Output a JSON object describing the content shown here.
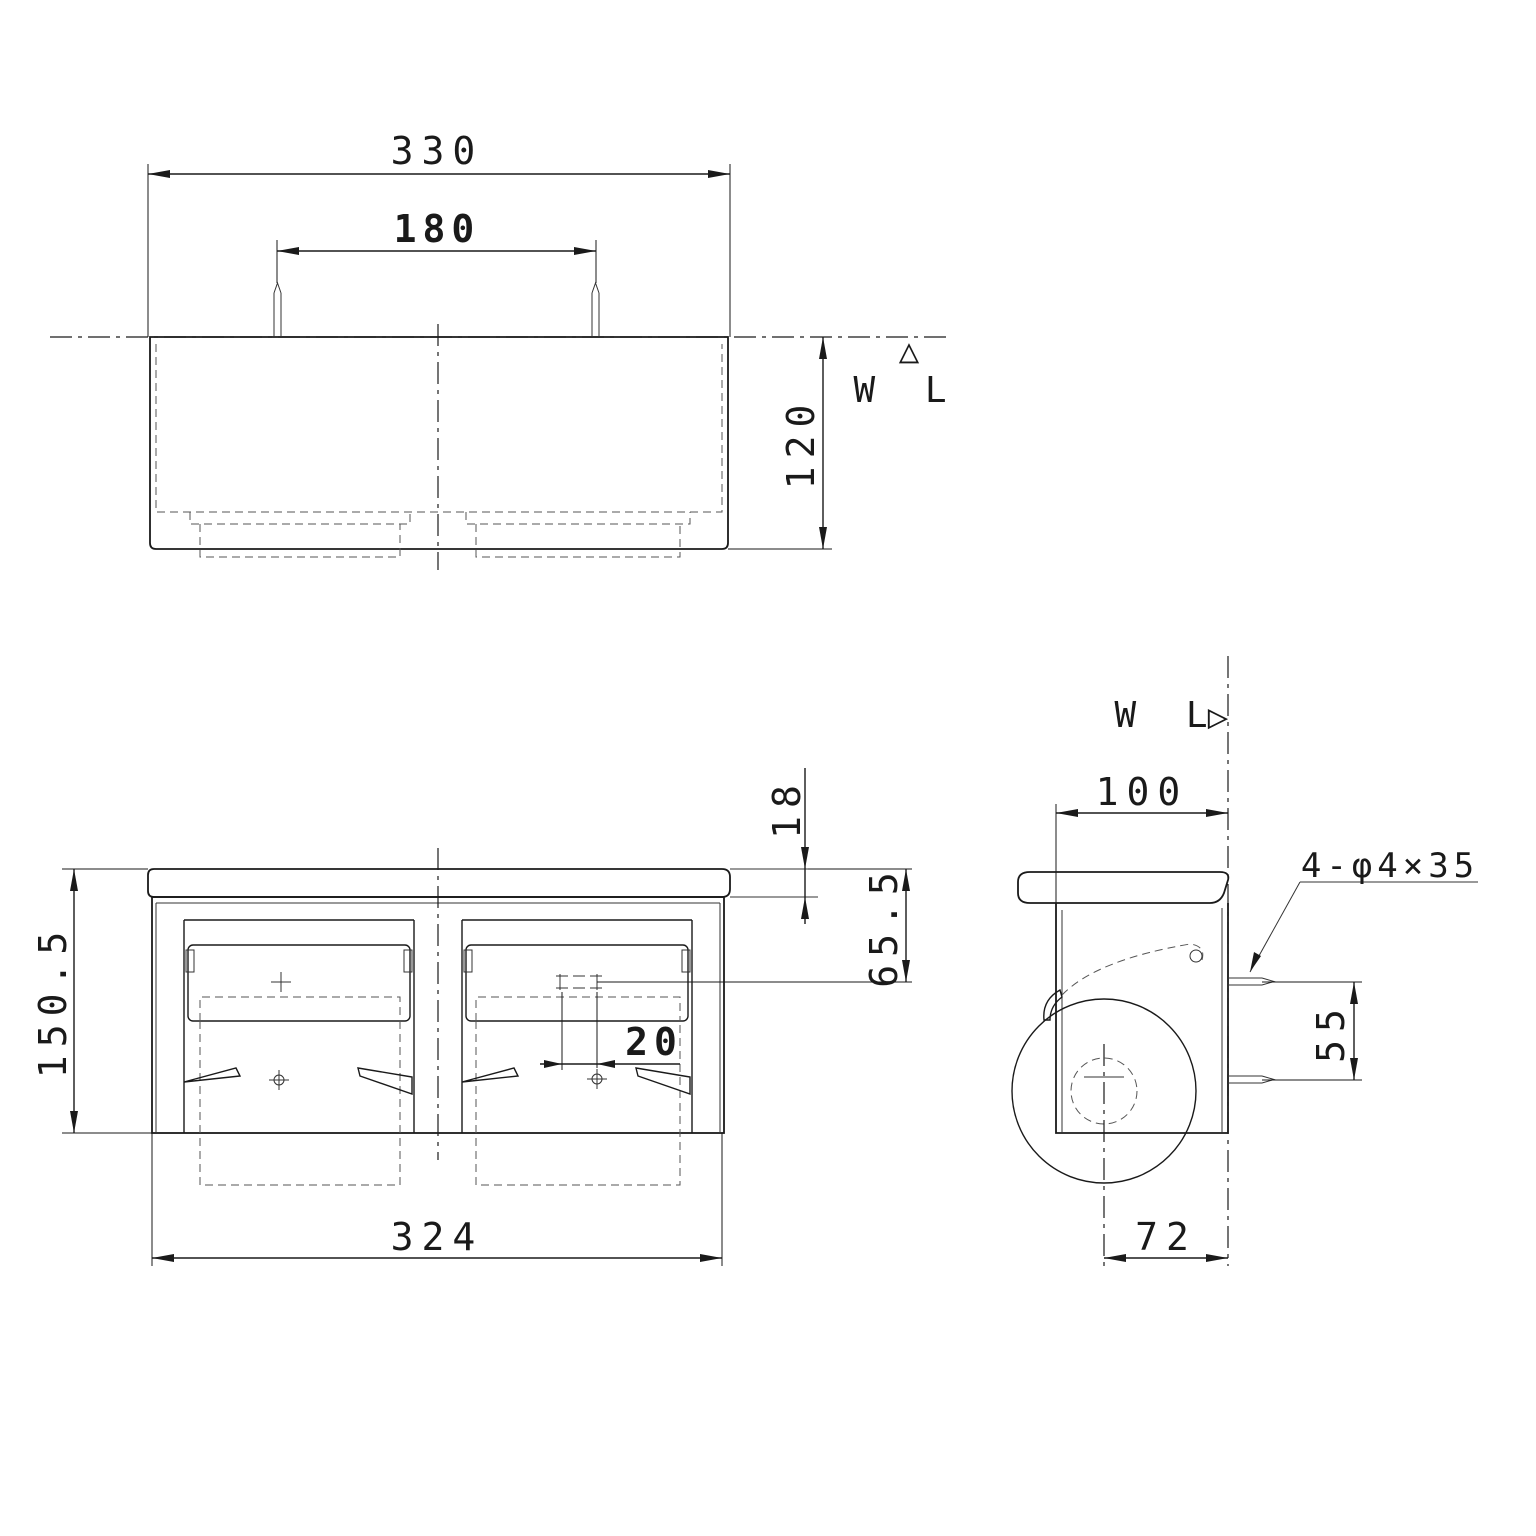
{
  "top_view": {
    "overall_width": "330",
    "fixing_pitch": "180",
    "height": "120",
    "wl_symbol": "△",
    "wl_label": "W L"
  },
  "front_view": {
    "shelf_thickness": "18",
    "mount_offset": "65.5",
    "overall_height": "150.5",
    "screw_spacing": "20",
    "body_width": "324"
  },
  "side_view": {
    "wl_label": "W L",
    "wl_symbol": "▷",
    "depth": "100",
    "screw_spec": "4-φ4×35",
    "screw_pitch": "55",
    "axis_offset": "72"
  }
}
